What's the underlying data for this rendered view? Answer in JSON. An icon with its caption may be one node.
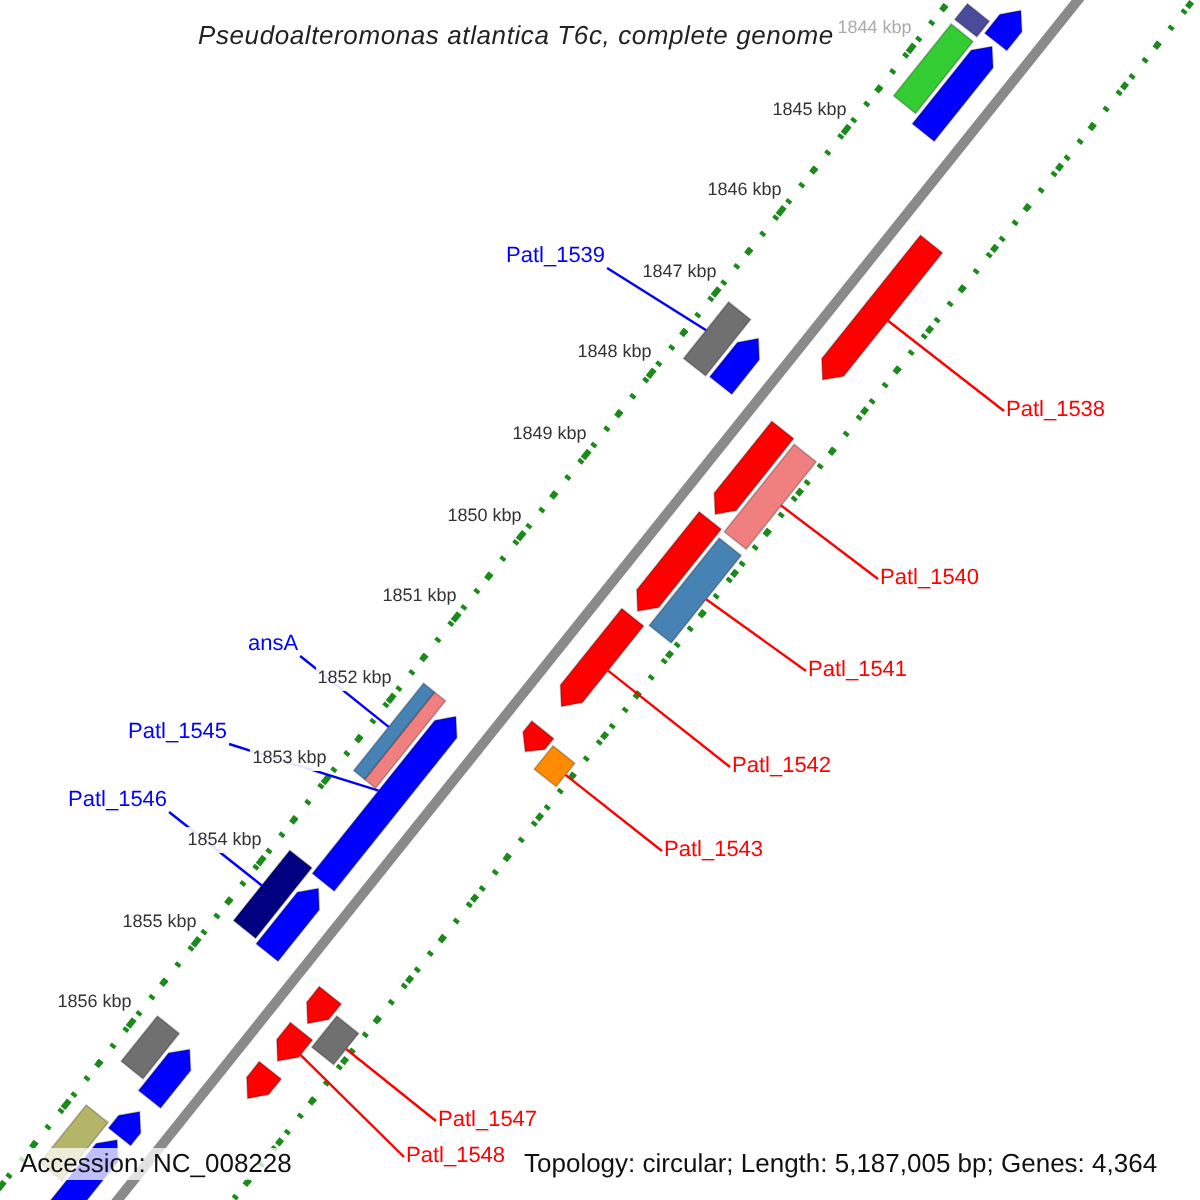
{
  "diagram": {
    "title": "Pseudoalteromonas atlantica T6c, complete genome",
    "nodes": [
      {
        "text": [
          "Patl_1539"
        ]
      },
      {
        "text": [
          "Patl_1538"
        ]
      },
      {
        "text": [
          "Patl_1540"
        ]
      },
      {
        "text": [
          "ansA"
        ]
      },
      {
        "text": [
          "Patl_1541"
        ]
      },
      {
        "text": [
          "Patl_1545"
        ]
      },
      {
        "text": [
          "Patl_1542"
        ]
      },
      {
        "text": [
          "Patl_1546"
        ]
      },
      {
        "text": [
          "Patl_1543"
        ]
      },
      {
        "text": [
          "Patl_1547"
        ]
      },
      {
        "text": [
          "Patl_1548"
        ]
      },
      {
        "text": [],
        "shape": "bar"
      },
      {
        "text": [],
        "shape": "bar"
      },
      {
        "text": [],
        "shape": "bar"
      },
      {
        "text": [],
        "shape": "bar"
      },
      {
        "text": [],
        "shape": "bar"
      },
      {
        "text": [],
        "shape": "bar"
      },
      {
        "text": [],
        "shape": "bar"
      },
      {
        "text": [],
        "shape": "bar"
      },
      {
        "text": [],
        "shape": "bar"
      },
      {
        "text": [],
        "shape": "bar"
      },
      {
        "text": [],
        "shape": "bar"
      },
      {
        "text": [],
        "shape": "bar"
      },
      {
        "text": [],
        "shape": "bar"
      },
      {
        "text": [],
        "shape": "bar"
      },
      {
        "text": [],
        "shape": "bar"
      },
      {
        "text": [],
        "shape": "bar"
      },
      {
        "text": [],
        "shape": "bar"
      },
      {
        "text": [],
        "shape": "bar"
      },
      {
        "text": [],
        "shape": "bar"
      },
      {
        "text": [],
        "shape": "bar"
      },
      {
        "text": [],
        "shape": "bar"
      },
      {
        "text": [],
        "shape": "bar"
      },
      {
        "text": [],
        "shape": "bar"
      },
      {
        "text": [],
        "shape": "bar"
      },
      {
        "text": [],
        "shape": "bar"
      },
      {
        "text": [],
        "shape": "bar"
      },
      {
        "text": [],
        "shape": "bar"
      },
      {
        "text": [],
        "shape": "bar"
      }
    ],
    "edges": [
      {
        "from": 0,
        "to": 16,
        "arrow": "none",
        "color": "#0000ff"
      },
      {
        "from": 1,
        "to": 15,
        "arrow": "none"
      },
      {
        "from": 2,
        "to": 19,
        "arrow": "none"
      },
      {
        "from": 3,
        "to": 26,
        "arrow": "none",
        "color": "#0000ff"
      },
      {
        "from": 4,
        "to": 21,
        "arrow": "none"
      },
      {
        "from": 5,
        "to": 27,
        "arrow": "none",
        "color": "#0000ff"
      },
      {
        "from": 6,
        "to": 22,
        "arrow": "none"
      },
      {
        "from": 7,
        "to": 28,
        "arrow": "none",
        "color": "#0000ff"
      },
      {
        "from": 8,
        "to": 24,
        "arrow": "none"
      },
      {
        "from": 9,
        "to": 31,
        "arrow": "none"
      },
      {
        "from": 10,
        "to": 32,
        "arrow": "none"
      }
    ],
    "labels": [
      "1844 kbp",
      "1845 kbp",
      "1846 kbp",
      "1847 kbp",
      "1848 kbp",
      "1849 kbp",
      "1850 kbp",
      "1851 kbp",
      "1852 kbp",
      "1853 kbp",
      "1854 kbp",
      "1855 kbp",
      "1856 kbp",
      "Accession: NC_008228",
      "Topology: circular; Length: 5,187,005 bp; Genes: 4,364"
    ]
  }
}
